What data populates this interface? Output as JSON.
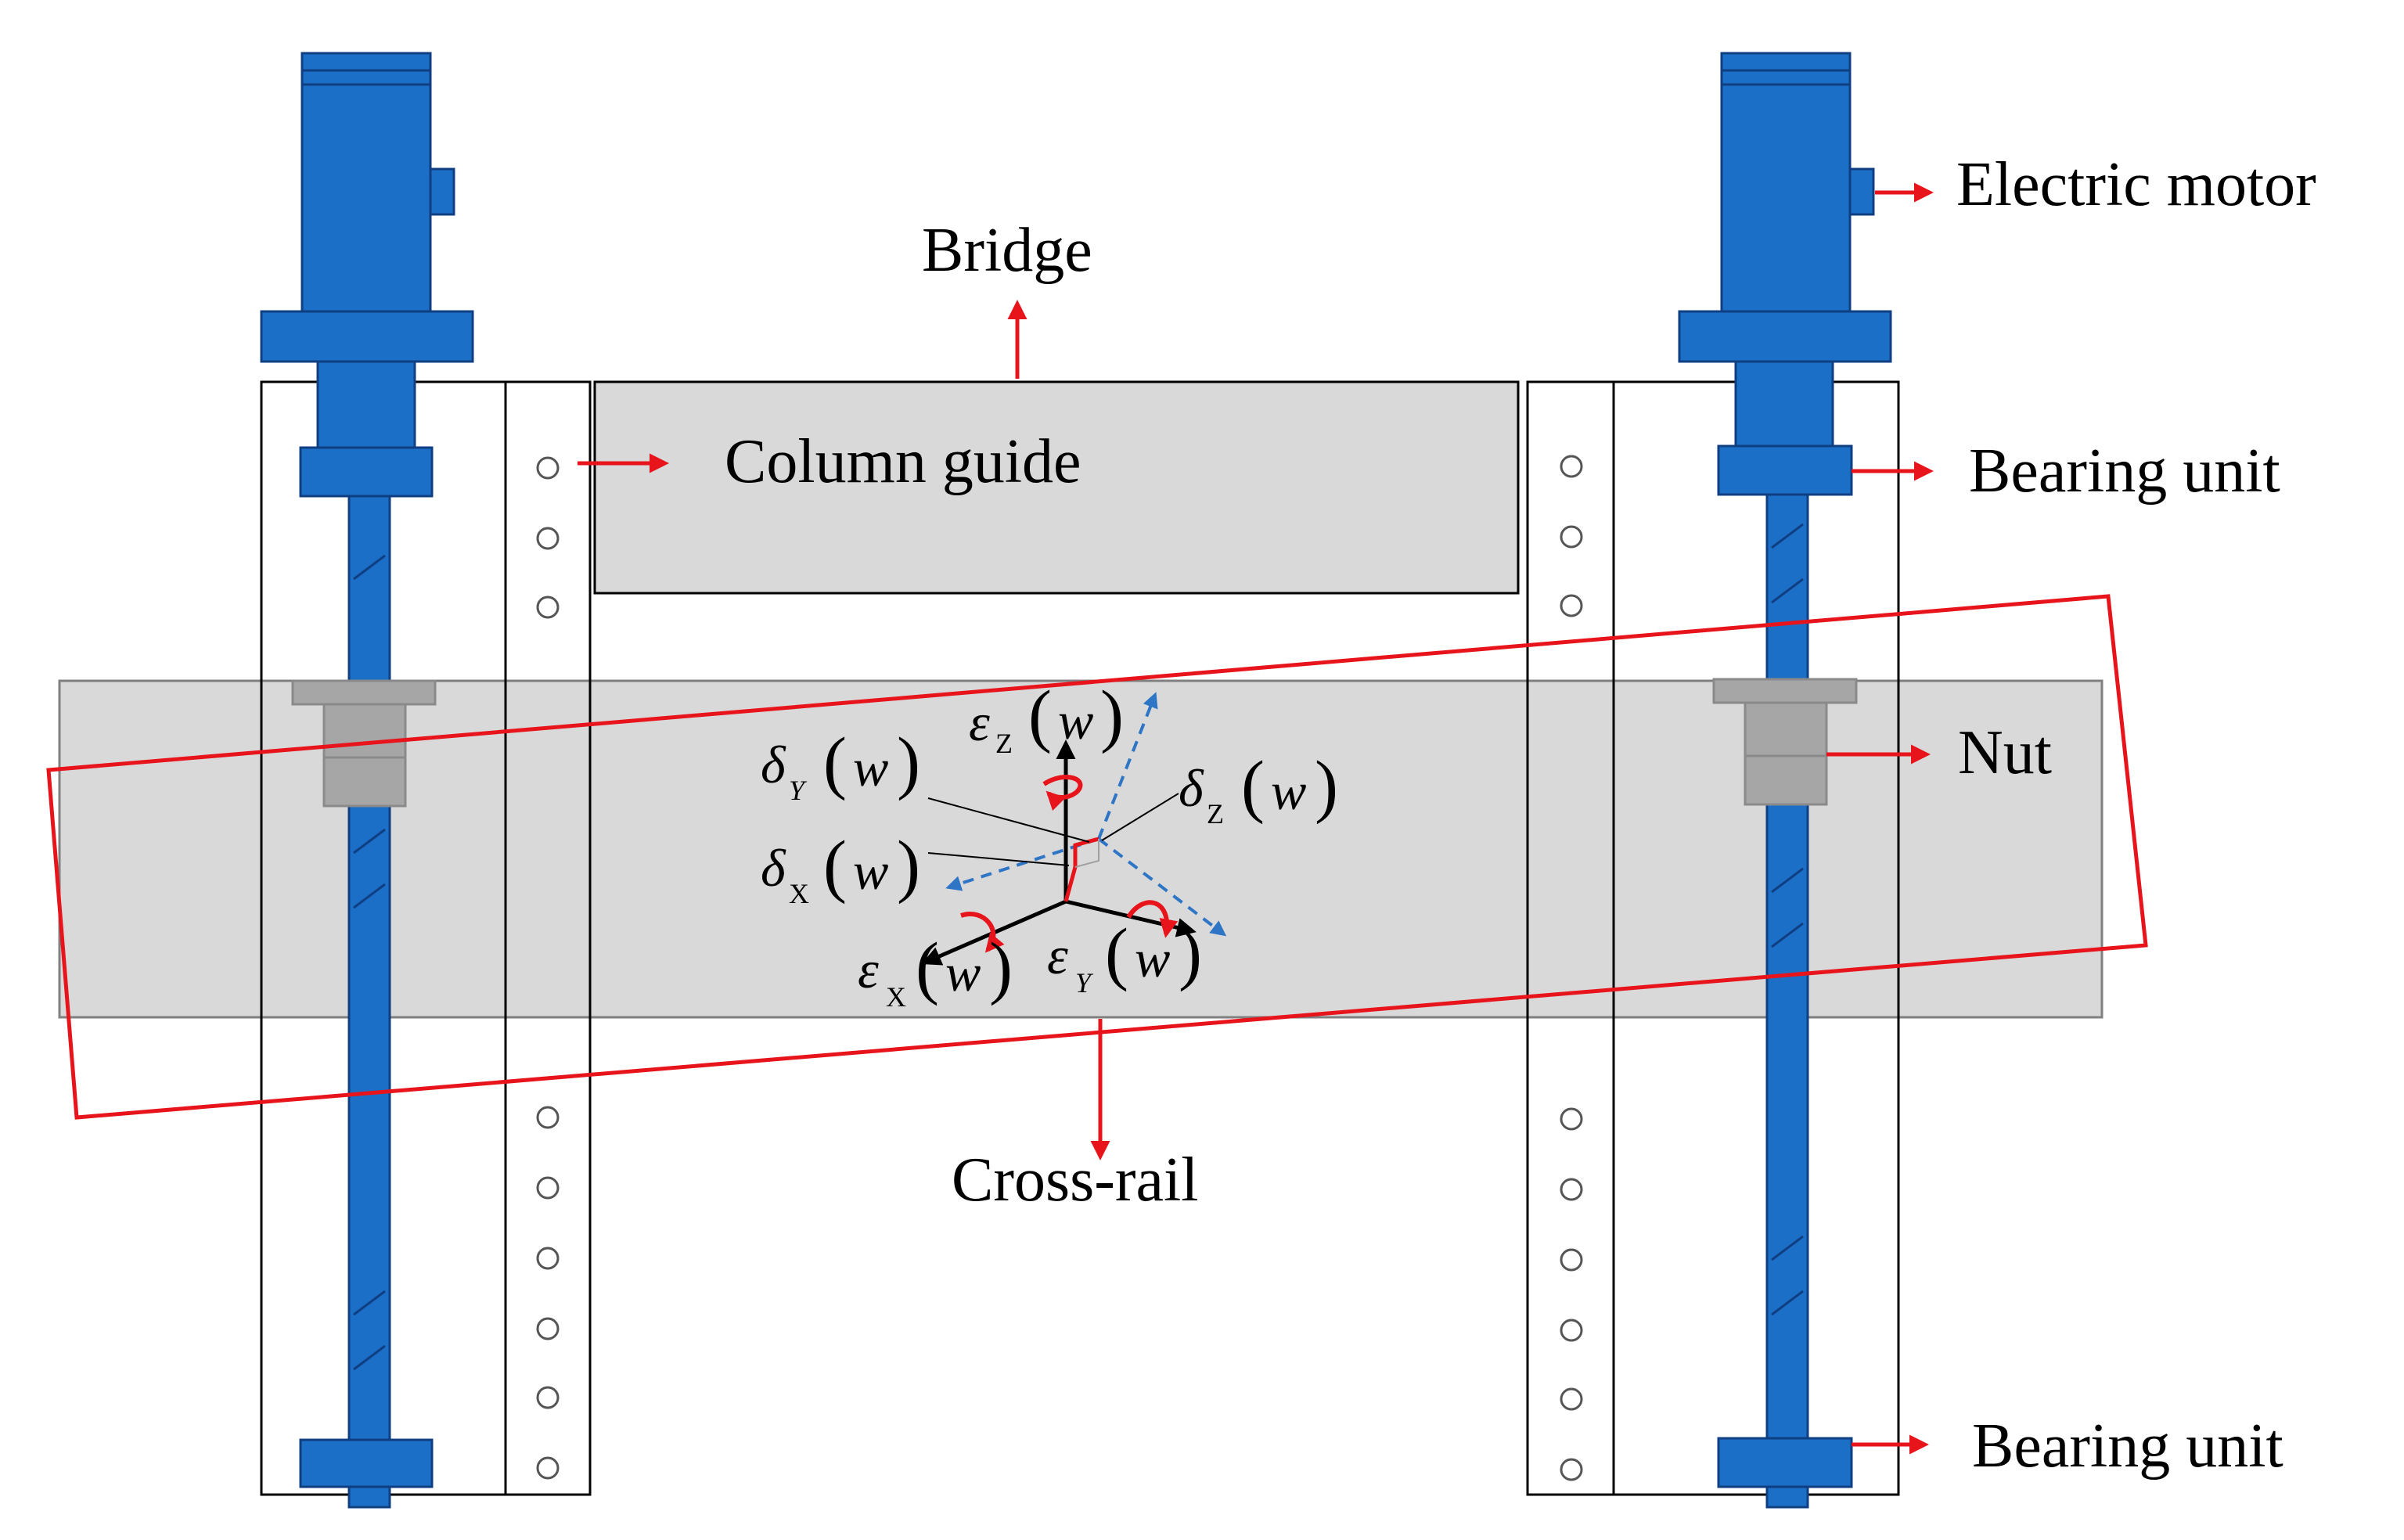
{
  "colors": {
    "motor_blue": "#1c6fc6",
    "motor_outline": "#0f3f82",
    "arrow_red": "#e8141c",
    "rail_gray": "#d9d9d9",
    "nut_gray": "#a6a6a6",
    "error_dashed_blue": "#2e75c6"
  },
  "labels": {
    "bridge": "Bridge",
    "column_guide": "Column guide",
    "electric_motor": "Electric motor",
    "bearing_unit_top": "Bearing unit",
    "nut": "Nut",
    "cross_rail": "Cross-rail",
    "bearing_unit_bottom": "Bearing unit"
  },
  "error_symbols": {
    "translational_sign": "δ",
    "rotational_sign": "ε",
    "subscripts": {
      "x": "X",
      "y": "Y",
      "z": "Z"
    },
    "argument": "w",
    "paren_open": "(",
    "paren_close": ")"
  },
  "icons": {
    "motor": "electric-motor-icon",
    "bearing": "bearing-unit-icon",
    "nut": "nut-icon",
    "screw": "ball-screw-icon",
    "rotation": "rotation-arrow-icon"
  }
}
